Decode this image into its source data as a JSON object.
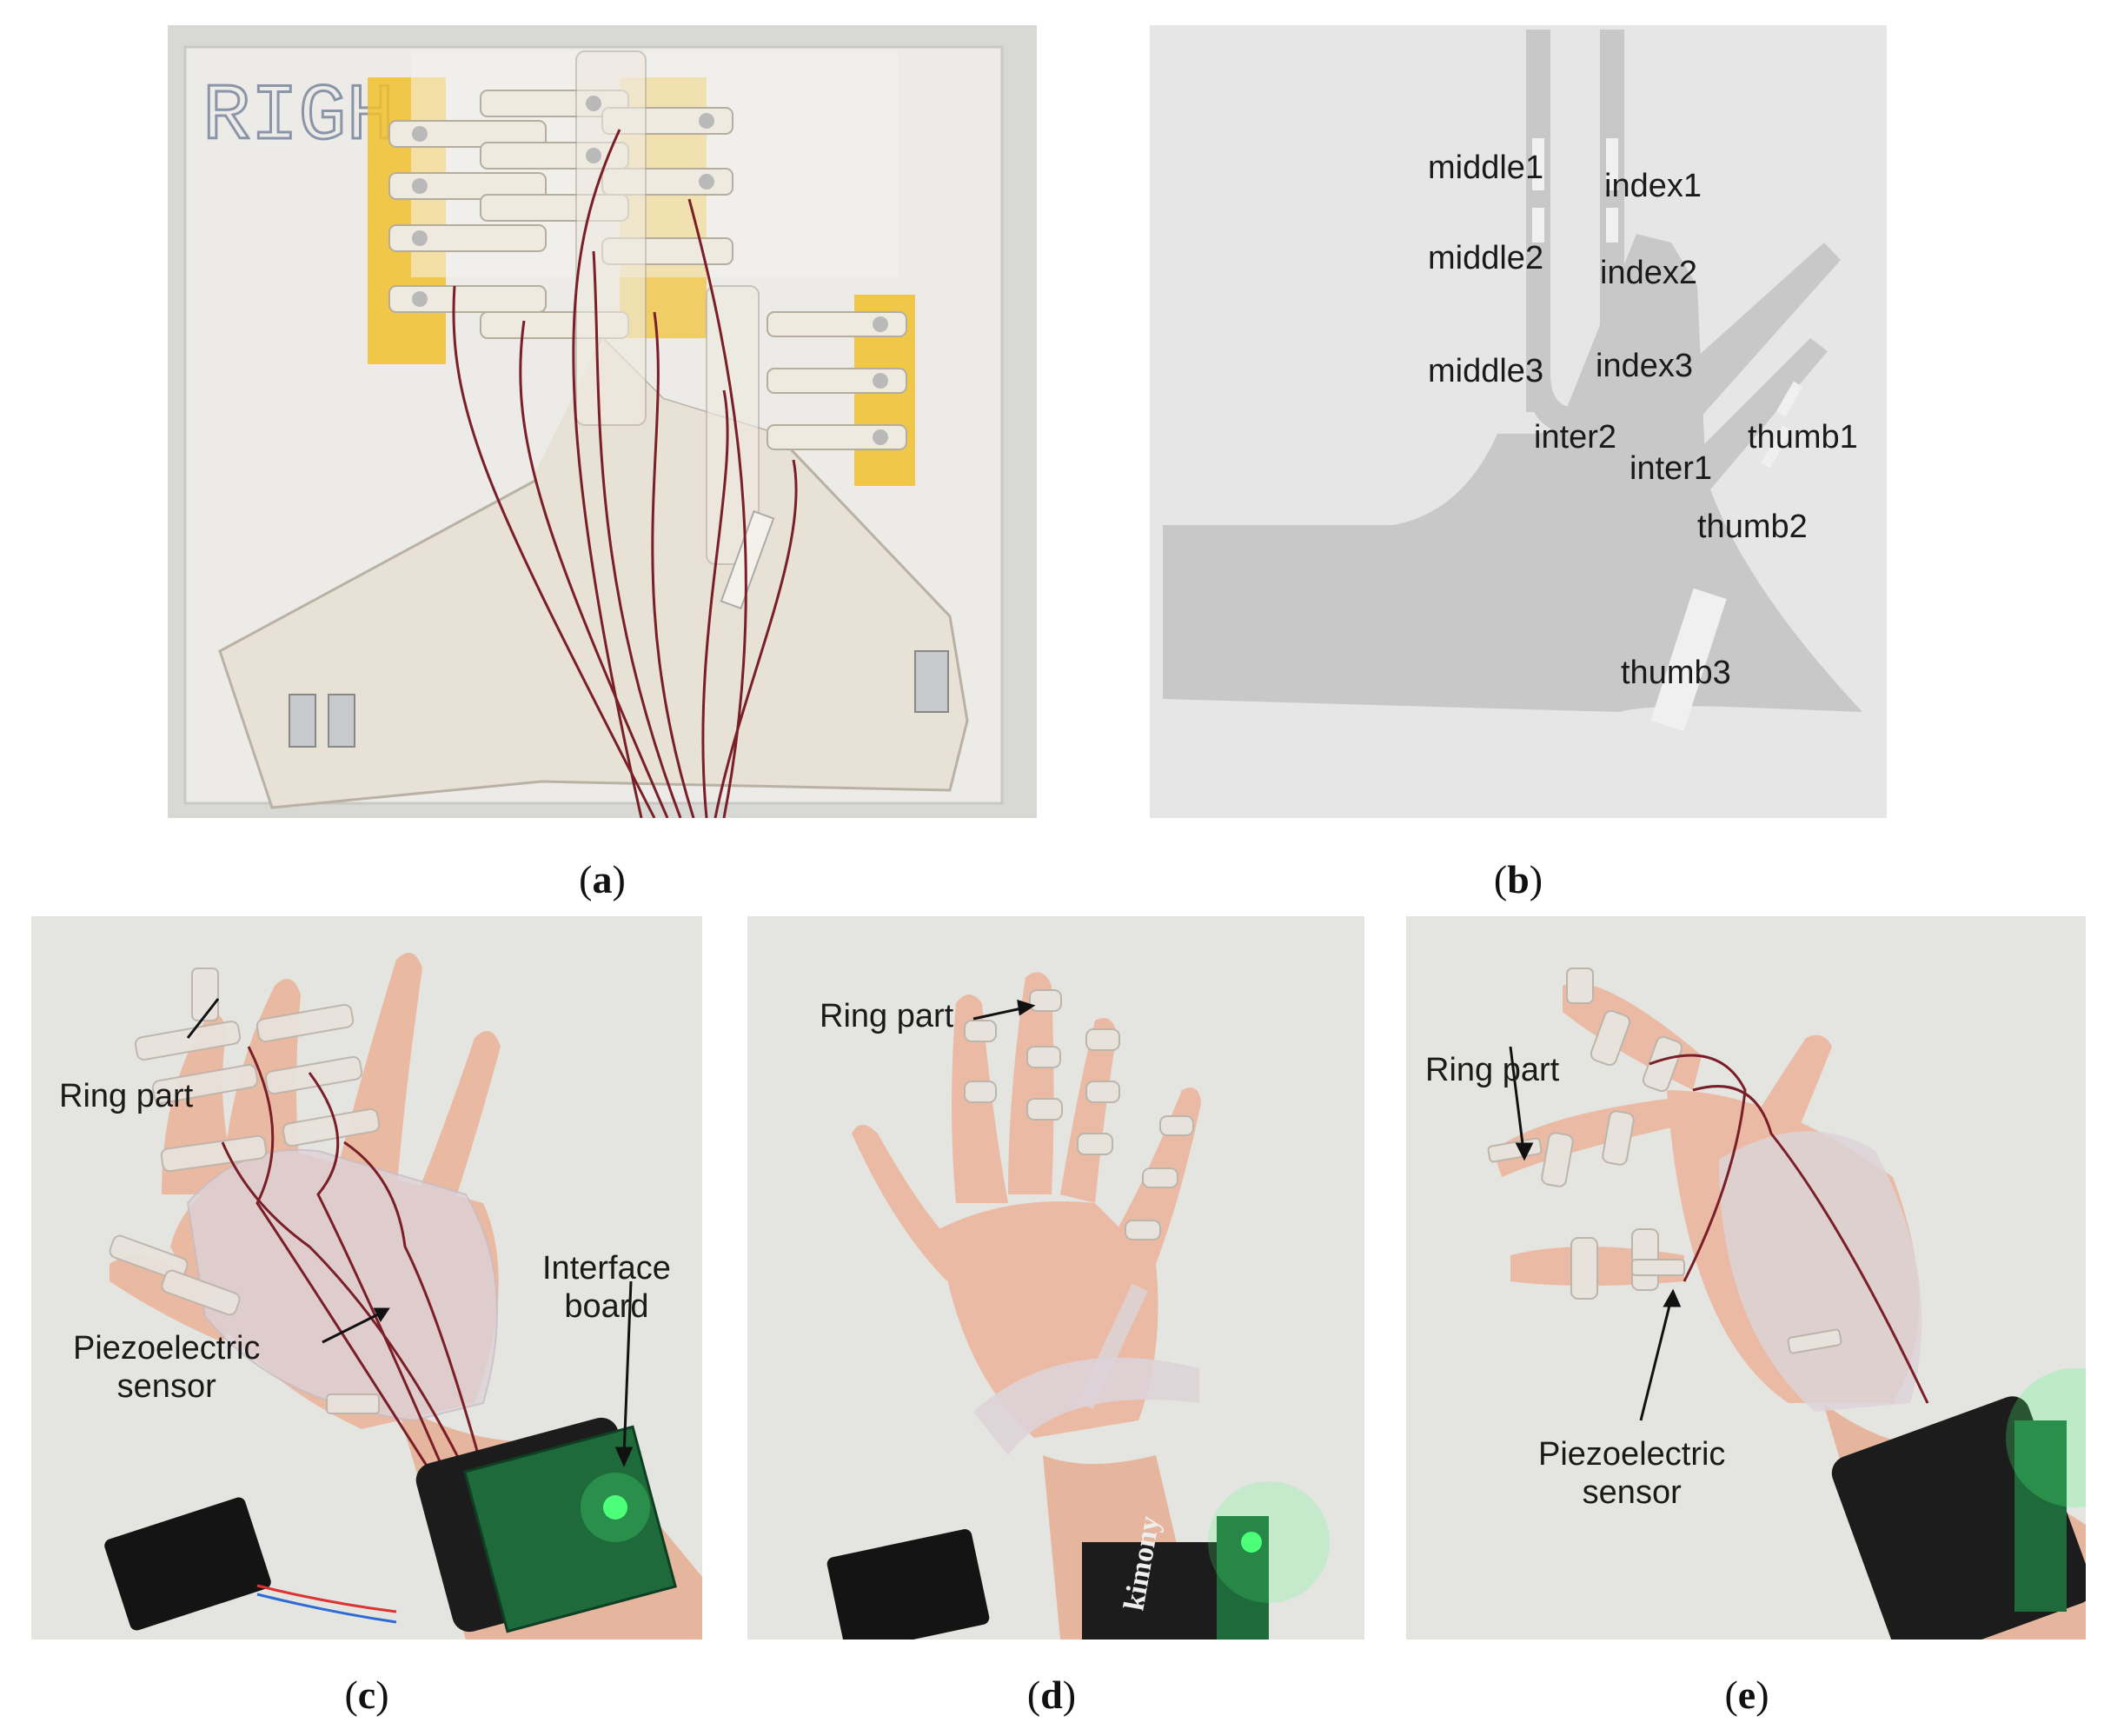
{
  "panels": {
    "a": {
      "caption": "a"
    },
    "b": {
      "caption": "b",
      "labels": {
        "middle1": "middle1",
        "middle2": "middle2",
        "middle3": "middle3",
        "index1": "index1",
        "index2": "index2",
        "index3": "index3",
        "inter1": "inter1",
        "inter2": "inter2",
        "thumb1": "thumb1",
        "thumb2": "thumb2",
        "thumb3": "thumb3"
      }
    },
    "c": {
      "caption": "c",
      "ring_part": "Ring part",
      "piezo_line1": "Piezoelectric",
      "piezo_line2": "sensor",
      "interface_line1": "Interface",
      "interface_line2": "board"
    },
    "d": {
      "caption": "d",
      "ring_part": "Ring part",
      "wrist_brand": "kimony"
    },
    "e": {
      "caption": "e",
      "ring_part": "Ring part",
      "piezo_line1": "Piezoelectric",
      "piezo_line2": "sensor"
    }
  },
  "colors": {
    "photo_bg": "#e7e7e3",
    "silicone": "#e9e3d8",
    "kapton": "#f2c12e",
    "wire": "#7a1e28",
    "diagram_bg": "#e6e6e6",
    "diagram_shape": "#c8c8c8",
    "skin": "#e9b9a3",
    "strap": "#1c1c1c",
    "pcb": "#1f6a3a",
    "led": "#4cff7a"
  }
}
